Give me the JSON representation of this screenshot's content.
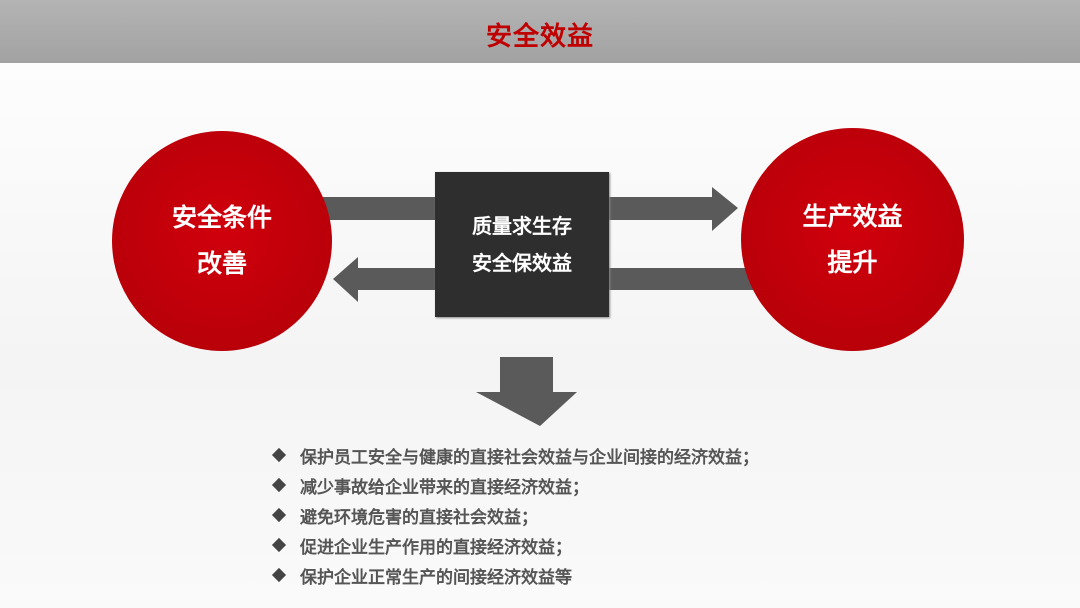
{
  "header": {
    "title": "安全效益"
  },
  "diagram": {
    "left_circle": [
      "安全条件",
      "改善"
    ],
    "center_box": [
      "质量求生存",
      "安全保效益"
    ],
    "right_circle": [
      "生产效益",
      "提升"
    ]
  },
  "bullets": [
    "保护员工安全与健康的直接社会效益与企业间接的经济效益；",
    "减少事故给企业带来的直接经济效益；",
    "避免环境危害的直接社会效益；",
    "促进企业生产作用的直接经济效益；",
    "保护企业正常生产的间接经济效益等"
  ],
  "colors": {
    "accent": "#c00000",
    "header": "#a8a8a8",
    "box": "#2e2e2e",
    "arrow": "#5a5a5a"
  }
}
